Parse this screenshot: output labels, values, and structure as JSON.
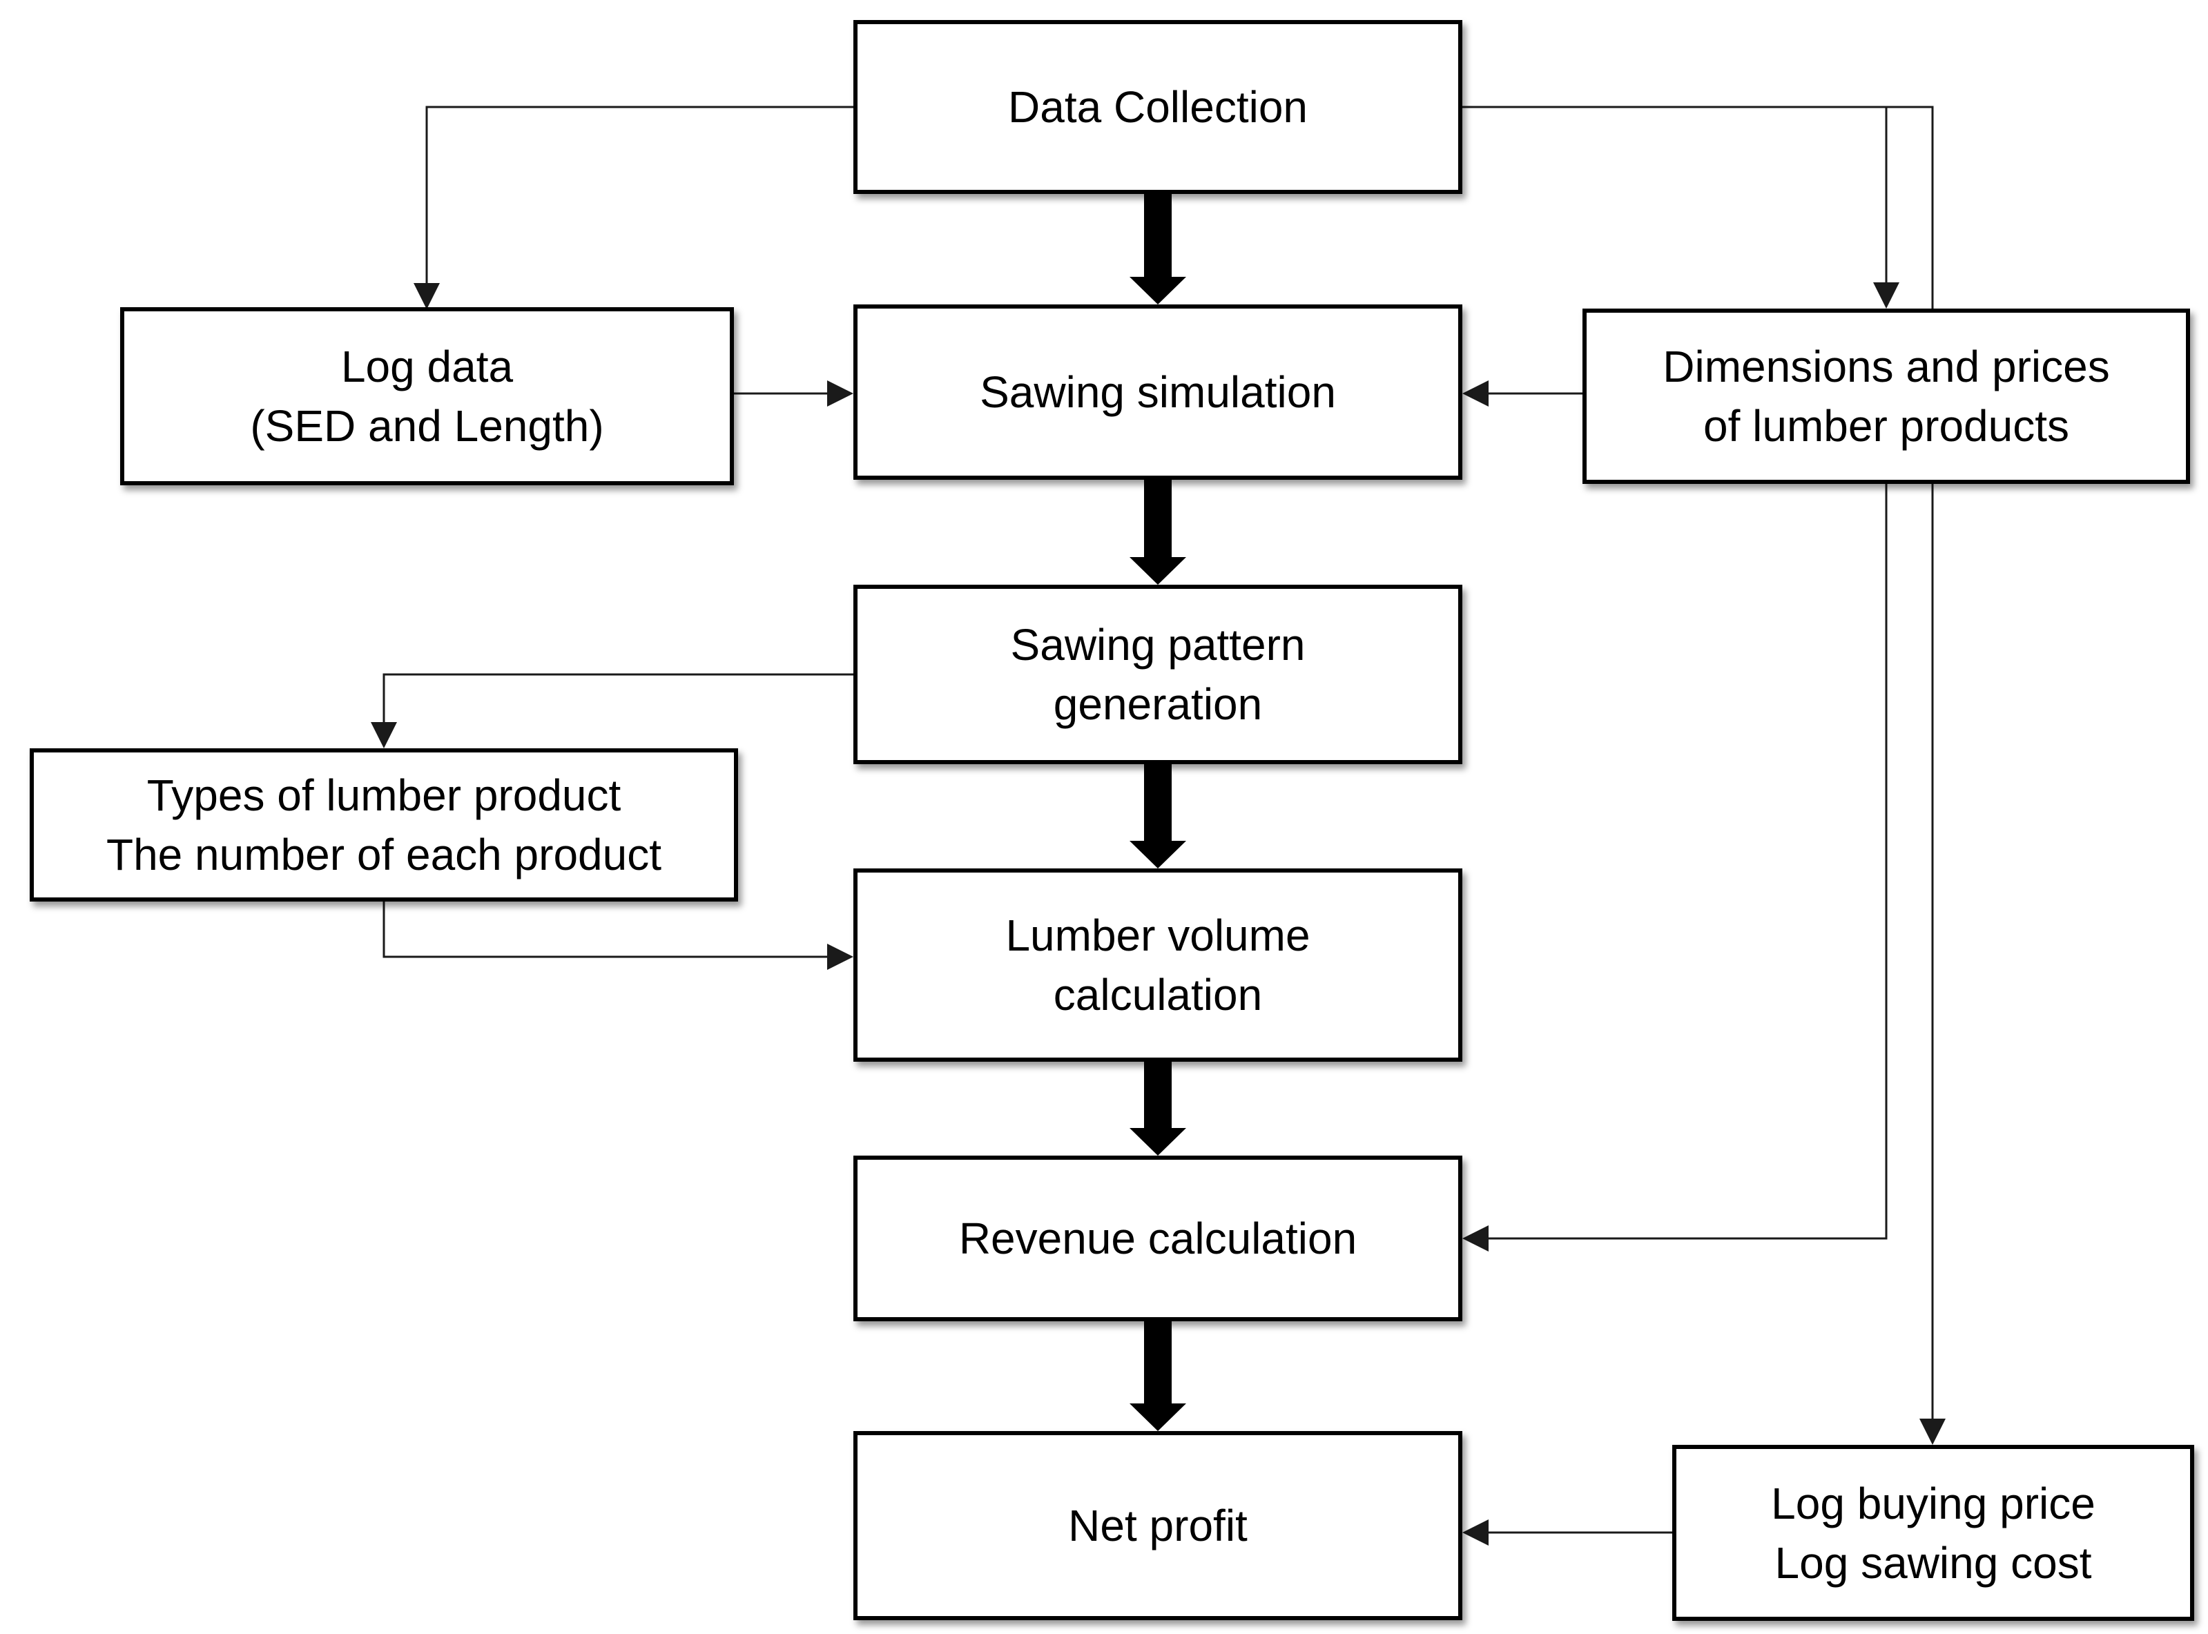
{
  "diagram": {
    "type": "flowchart",
    "colors": {
      "background": "#ffffff",
      "box_fill": "#ffffff",
      "box_border": "#000000",
      "text": "#000000",
      "connector": "#1a1a1a"
    },
    "nodes": {
      "data_collection": {
        "label": "Data Collection"
      },
      "log_data": {
        "label": "Log data\n(SED and Length)"
      },
      "sawing_simulation": {
        "label": "Sawing simulation"
      },
      "dimensions_prices": {
        "label": "Dimensions and prices\nof lumber products"
      },
      "sawing_pattern": {
        "label": "Sawing pattern\ngeneration"
      },
      "types_lumber": {
        "label": "Types of lumber product\nThe number of each product"
      },
      "lumber_volume": {
        "label": "Lumber volume\ncalculation"
      },
      "revenue": {
        "label": "Revenue calculation"
      },
      "net_profit": {
        "label": "Net profit"
      },
      "log_buying": {
        "label": "Log buying price\nLog sawing cost"
      }
    },
    "edges": [
      {
        "from": "Data Collection",
        "to": "Sawing simulation",
        "style": "thick"
      },
      {
        "from": "Sawing simulation",
        "to": "Sawing pattern generation",
        "style": "thick"
      },
      {
        "from": "Sawing pattern generation",
        "to": "Lumber volume calculation",
        "style": "thick"
      },
      {
        "from": "Lumber volume calculation",
        "to": "Revenue calculation",
        "style": "thick"
      },
      {
        "from": "Revenue calculation",
        "to": "Net profit",
        "style": "thick"
      },
      {
        "from": "Data Collection",
        "to": "Log data (SED and Length)",
        "style": "thin"
      },
      {
        "from": "Data Collection",
        "to": "Dimensions and prices of lumber products",
        "style": "thin"
      },
      {
        "from": "Data Collection",
        "to": "Log buying price / Log sawing cost",
        "style": "thin"
      },
      {
        "from": "Log data (SED and Length)",
        "to": "Sawing simulation",
        "style": "thin"
      },
      {
        "from": "Dimensions and prices of lumber products",
        "to": "Sawing simulation",
        "style": "thin"
      },
      {
        "from": "Dimensions and prices of lumber products",
        "to": "Revenue calculation",
        "style": "thin"
      },
      {
        "from": "Sawing pattern generation",
        "to": "Types of lumber product / The number of each product",
        "style": "thin"
      },
      {
        "from": "Types of lumber product / The number of each product",
        "to": "Lumber volume calculation",
        "style": "thin"
      },
      {
        "from": "Log buying price / Log sawing cost",
        "to": "Net profit",
        "style": "thin"
      }
    ]
  }
}
